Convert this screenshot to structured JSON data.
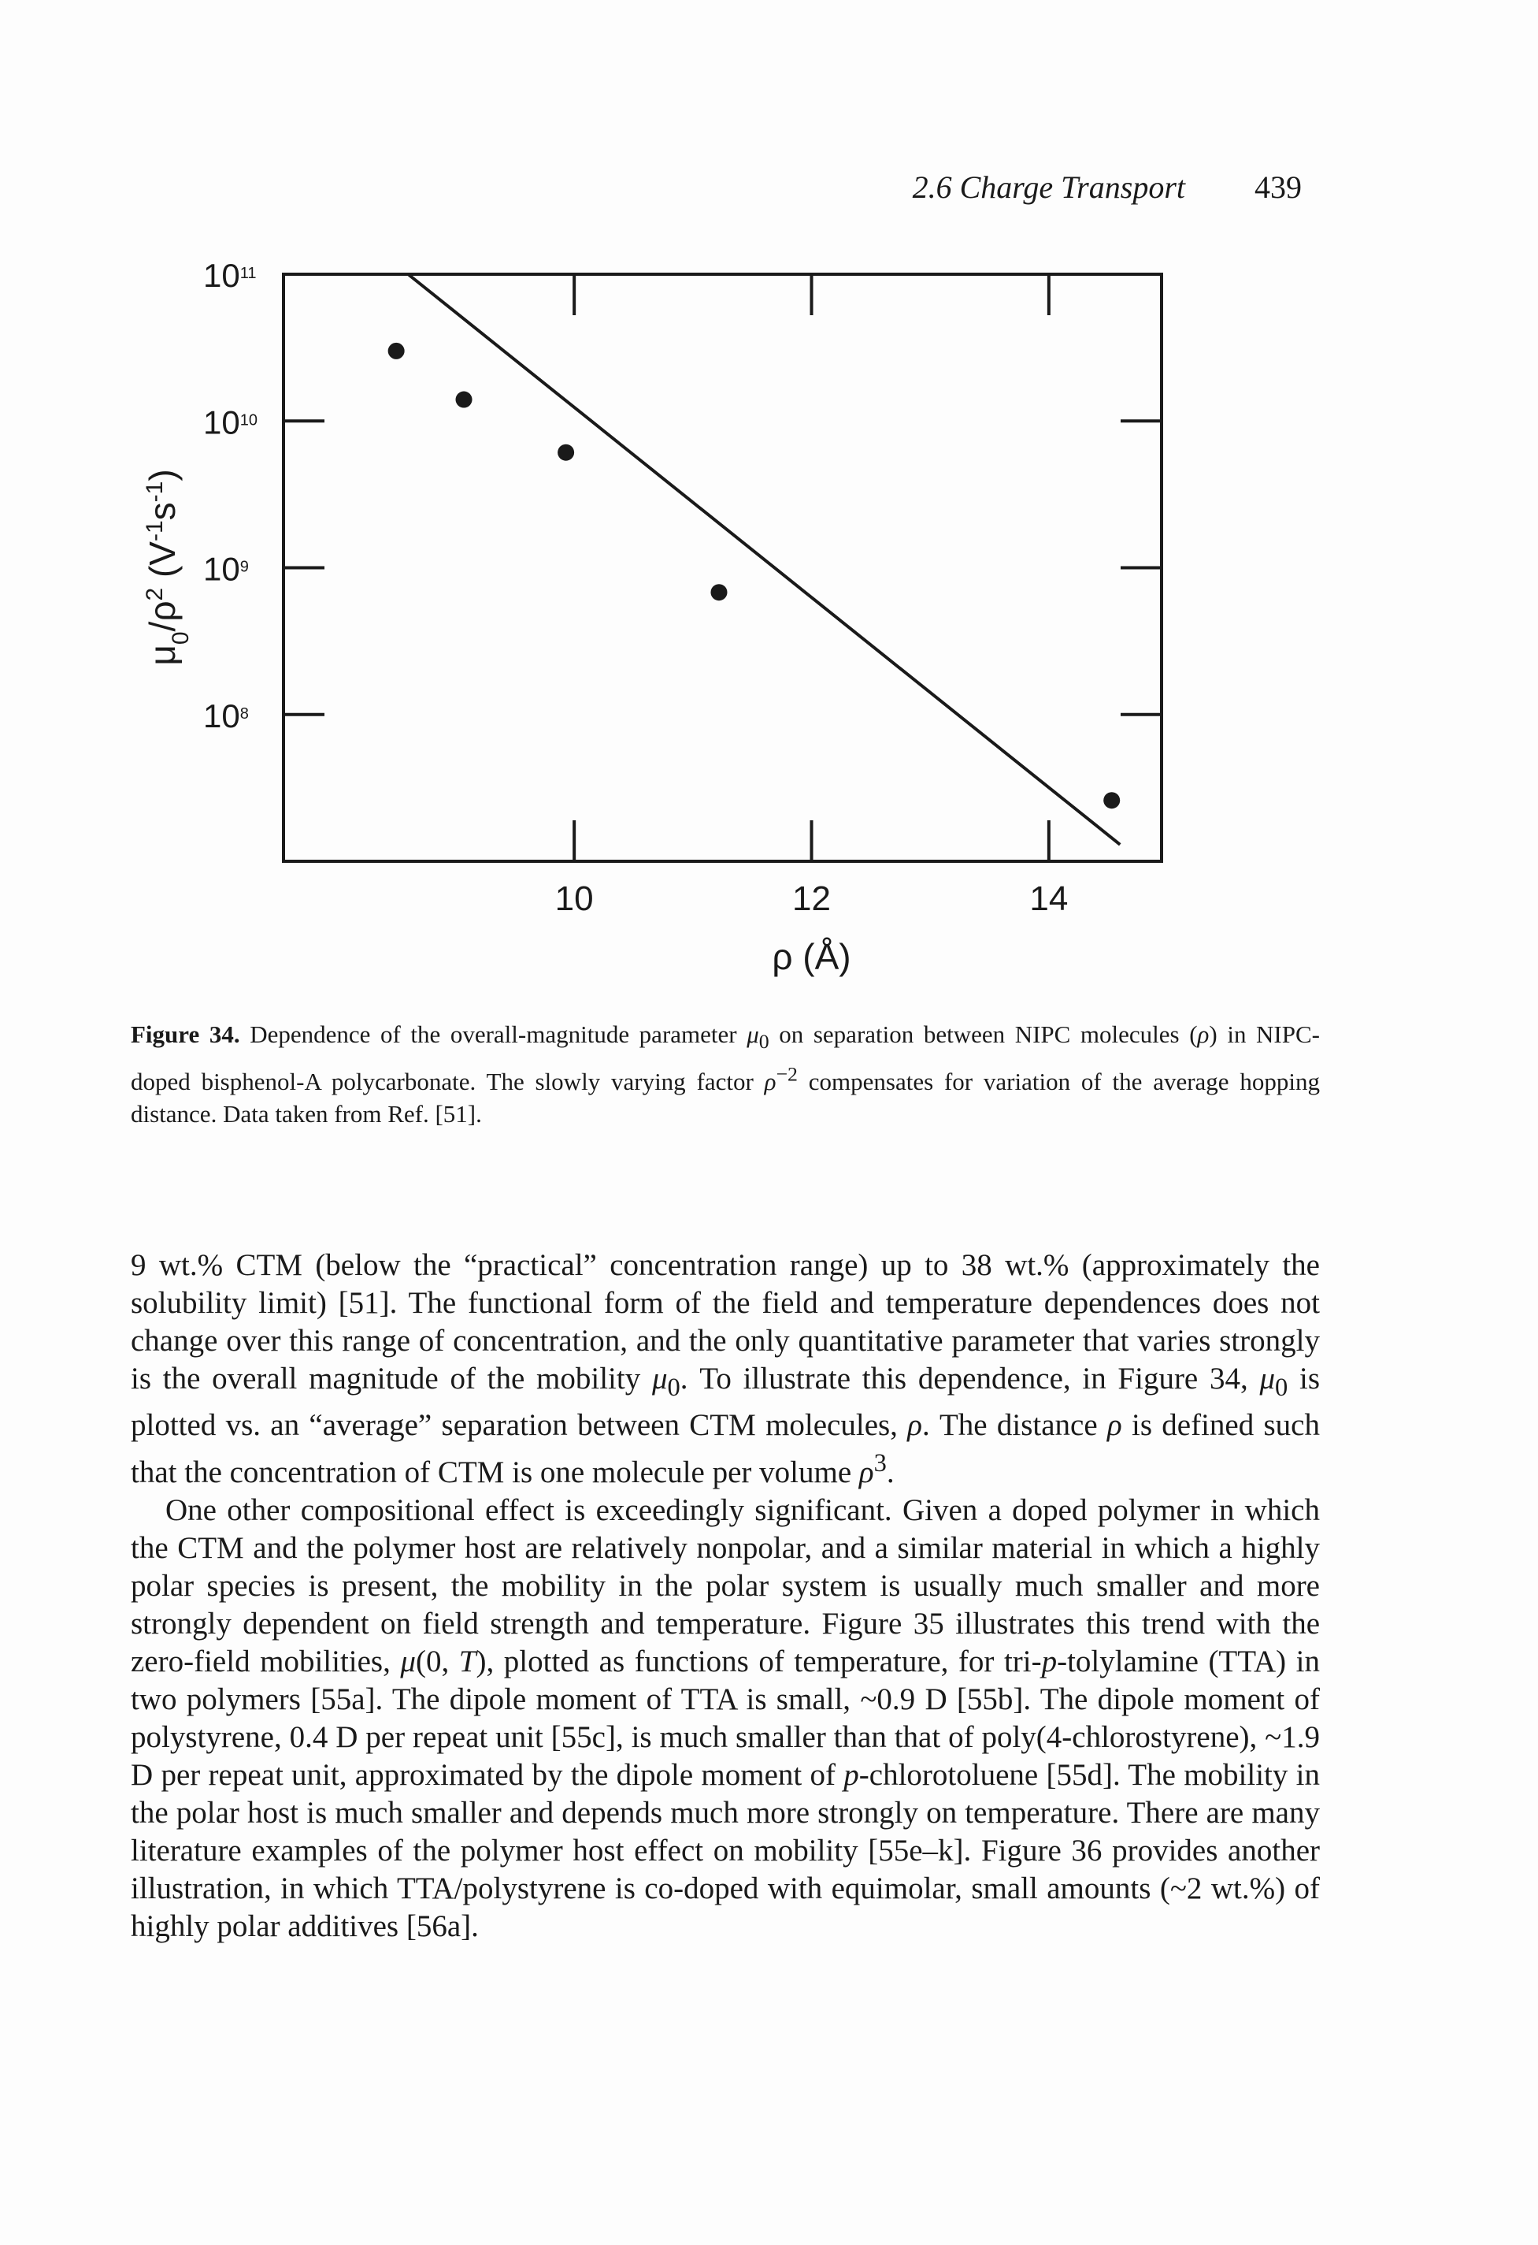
{
  "header": {
    "section_title": "2.6 Charge Transport",
    "page_number": "439"
  },
  "figure": {
    "y_axis_label_html": "&mu;<sub>0</sub>/&rho;<sup>2</sup> (V<sup>-1</sup>s<sup>-1</sup>)",
    "x_axis_label_html": "&rho; (&Aring;)"
  },
  "chart_data": {
    "type": "scatter",
    "title": "",
    "xlabel": "ρ (Å)",
    "ylabel": "μ0/ρ² (V⁻¹s⁻¹)",
    "xlim": [
      7.55,
      14.95
    ],
    "ylim": [
      10000000.0,
      100000000000.0
    ],
    "y_scale": "log",
    "x_ticks": [
      10,
      12,
      14
    ],
    "x_tick_labels": [
      "10",
      "12",
      "14"
    ],
    "y_ticks": [
      100000000.0,
      1000000000.0,
      10000000000.0,
      100000000000.0
    ],
    "y_tick_labels_html": [
      "10<tspan baseline-shift=\"super\" font-size=\"20\">8</tspan>",
      "10<tspan baseline-shift=\"super\" font-size=\"20\">9</tspan>",
      "10<tspan baseline-shift=\"super\" font-size=\"20\">10</tspan>",
      "10<tspan baseline-shift=\"super\" font-size=\"20\">11</tspan>"
    ],
    "series": [
      {
        "points": [
          [
            8.5,
            30000000000.0
          ],
          [
            9.07,
            14000000000.0
          ],
          [
            9.93,
            6100000000.0
          ],
          [
            11.22,
            680000000.0
          ],
          [
            14.53,
            26000000.0
          ]
        ]
      }
    ],
    "fit_line": [
      [
        8.6,
        100000000000.0
      ],
      [
        14.6,
        13000000.0
      ]
    ],
    "grid": false,
    "legend": "none"
  },
  "caption": {
    "label": "Figure 34.",
    "html": "Dependence of the overall-magnitude parameter <i>&mu;</i><sub>0</sub> on separation between NIPC molecules (<i>&rho;</i>) in NIPC-doped bisphenol-A polycarbonate. The slowly varying factor <i>&rho;</i><sup>&minus;2</sup> compensates for variation of the average hopping distance. Data taken from Ref. [51]."
  },
  "body": {
    "paragraphs_html": [
      "9 wt.% CTM (below the &ldquo;practical&rdquo; concentration range) up to 38 wt.% (approximately the solubility limit) [51]. The functional form of the field and temperature dependences does not change over this range of concentration, and the only quantitative parameter that varies strongly is the overall magnitude of the mobility <i>&mu;</i><sub>0</sub>. To illustrate this dependence, in Figure 34, <i>&mu;</i><sub>0</sub> is plotted vs. an &ldquo;average&rdquo; separation between CTM molecules, <i>&rho;</i>. The distance <i>&rho;</i> is defined such that the concentration of CTM is one molecule per volume <i>&rho;</i><sup>3</sup>.",
      "One other compositional effect is exceedingly significant. Given a doped polymer in which the CTM and the polymer host are relatively nonpolar, and a similar material in which a highly polar species is present, the mobility in the polar system is usually much smaller and more strongly dependent on field strength and temperature. Figure 35 illustrates this trend with the zero-field mobilities, <i>&mu;</i>(0, <i>T</i>), plotted as functions of temperature, for tri-<i>p</i>-tolylamine (TTA) in two polymers [55a]. The dipole moment of TTA is small, ~0.9 D [55b]. The dipole moment of polystyrene, 0.4 D per repeat unit [55c], is much smaller than that of poly(4-chlorostyrene), ~1.9 D per repeat unit, approximated by the dipole moment of <i>p</i>-chlorotoluene [55d]. The mobility in the polar host is much smaller and depends much more strongly on temperature. There are many literature examples of the polymer host effect on mobility [55e&ndash;k]. Figure 36 provides another illustration, in which TTA/polystyrene is co-doped with equimolar, small amounts (~2 wt.%) of highly polar additives [56a]."
    ]
  }
}
